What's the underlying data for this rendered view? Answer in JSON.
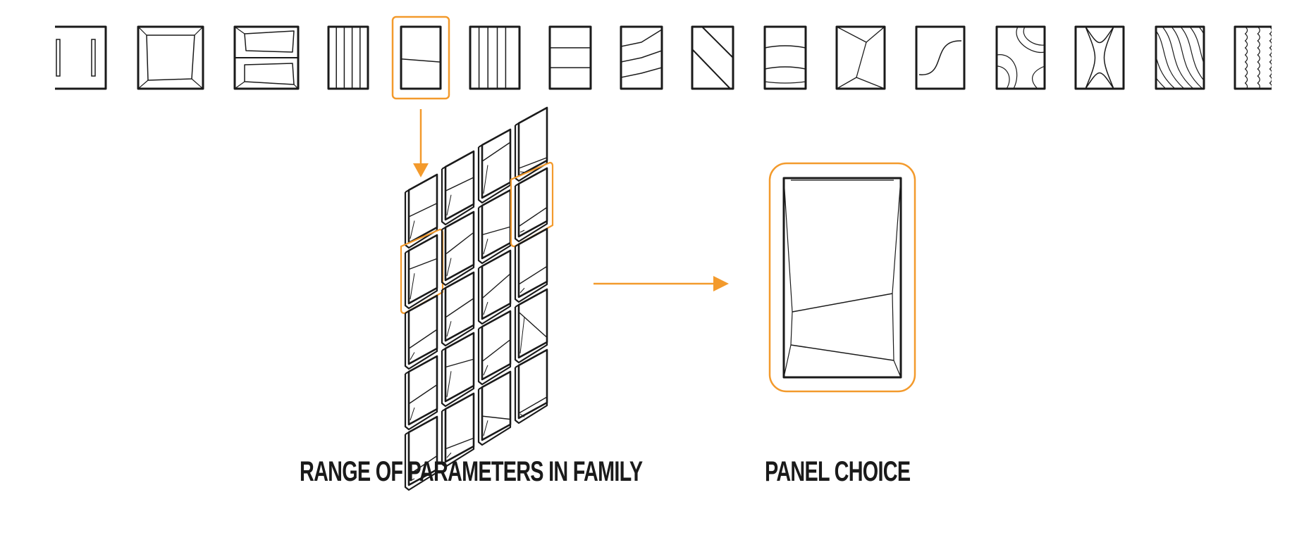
{
  "captions": {
    "range": "RANGE OF PARAMETERS IN FAMILY",
    "choice": "PANEL CHOICE"
  },
  "colors": {
    "accent": "#F39A2C",
    "stroke": "#1a1a1a",
    "background": "#ffffff"
  },
  "panel_library": {
    "selected_index": 4,
    "patterns": [
      "vertical-handles-panel",
      "beveled-frame-panel",
      "double-beveled-panel",
      "vertical-stripes-panel",
      "single-diagonal-split-panel",
      "vertical-stripes-panel",
      "horizontal-thirds-panel",
      "angled-steps-panel",
      "diagonal-lines-panel",
      "curved-bands-panel",
      "faceted-panel",
      "s-curve-panel",
      "contour-panel",
      "hourglass-curve-panel",
      "diagonal-waves-panel",
      "vertical-waves-panel"
    ]
  },
  "family_grid": {
    "columns": 4,
    "rows": 5,
    "highlighted": [
      "col-1-row-2",
      "col-4-row-2"
    ]
  }
}
